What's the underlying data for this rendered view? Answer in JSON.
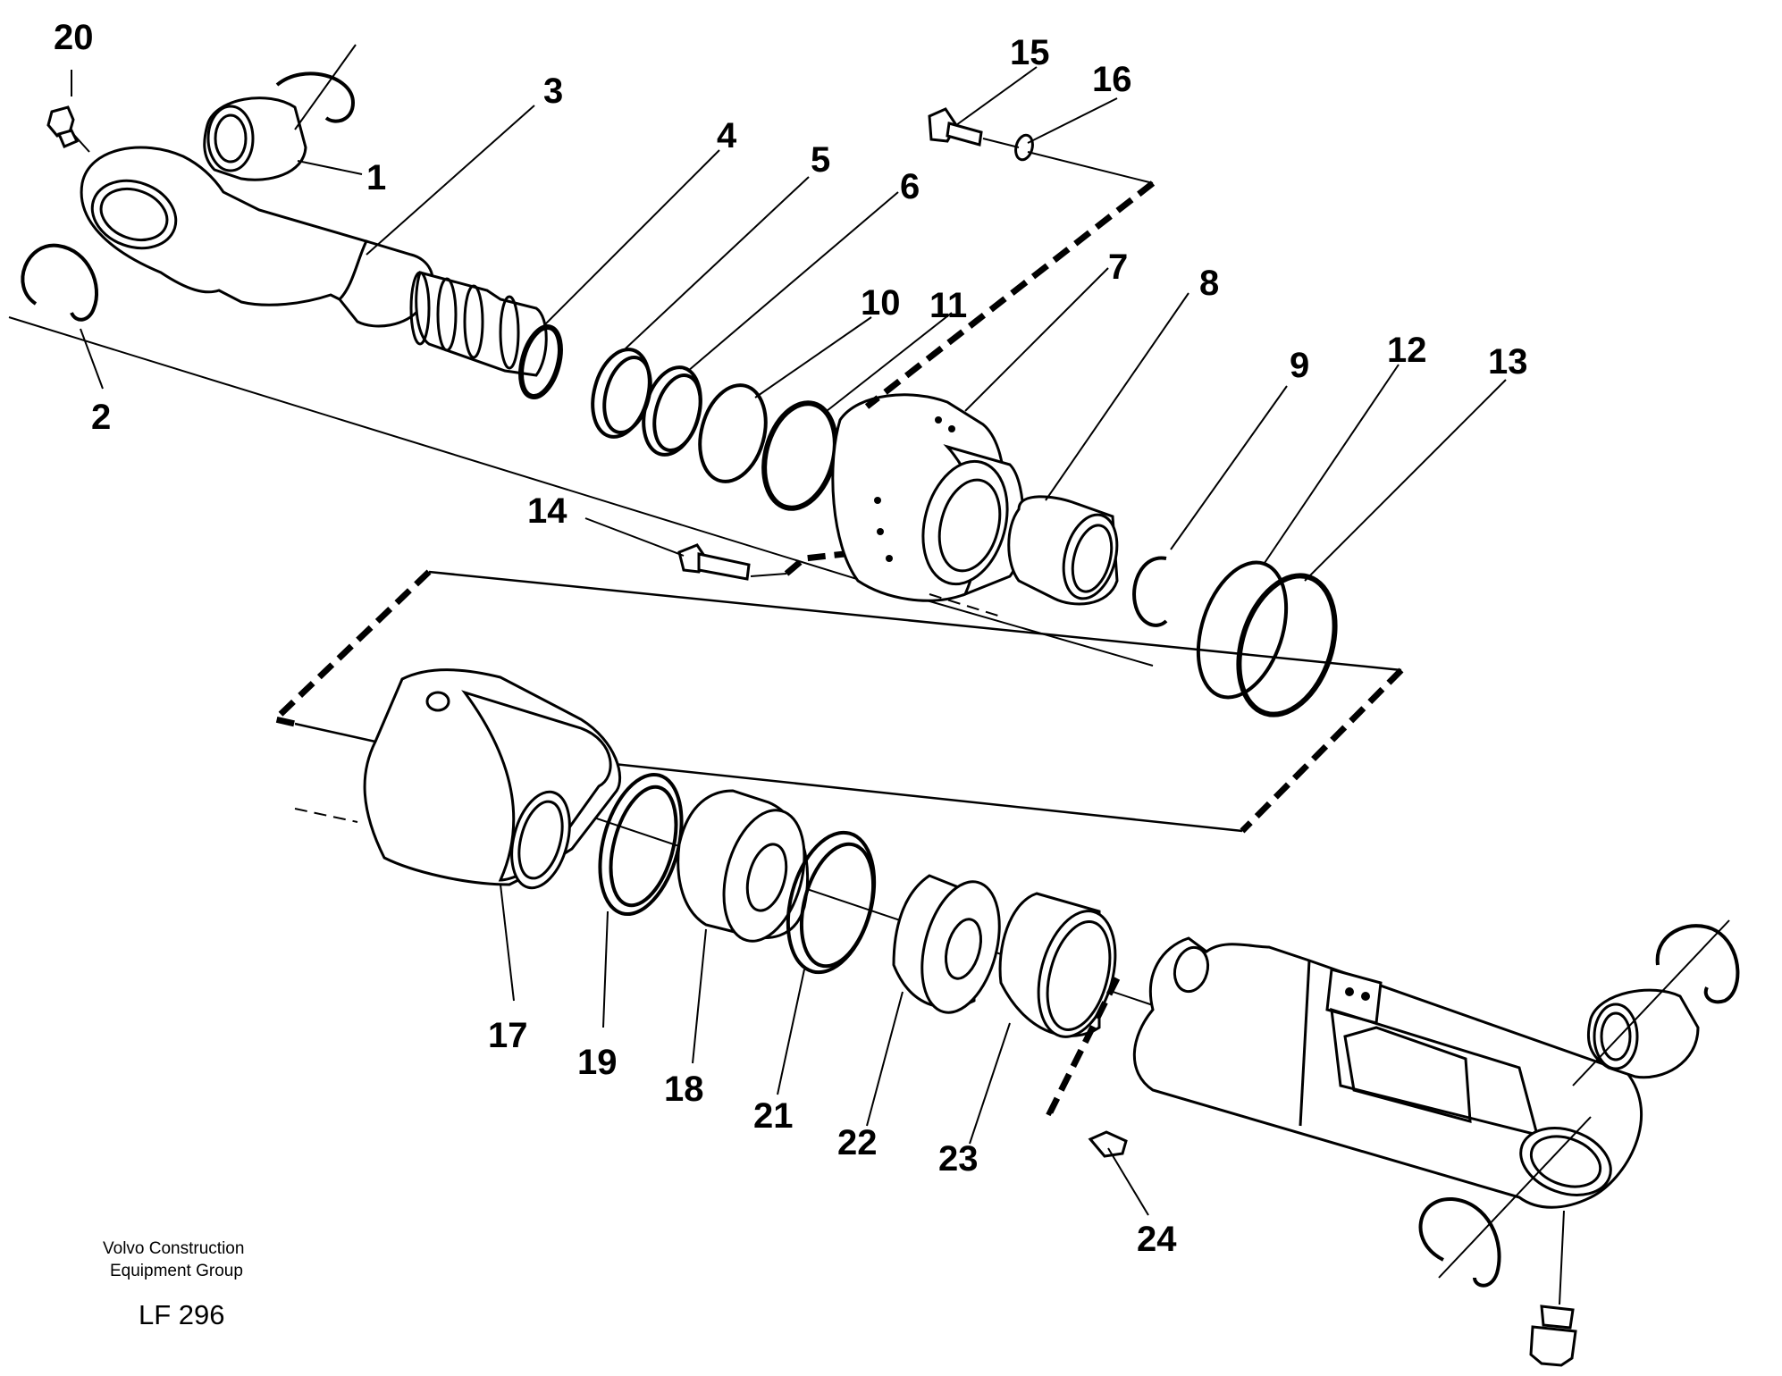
{
  "callouts": {
    "c1": "1",
    "c2": "2",
    "c3": "3",
    "c4": "4",
    "c5": "5",
    "c6": "6",
    "c7": "7",
    "c8": "8",
    "c9": "9",
    "c10": "10",
    "c11": "11",
    "c12": "12",
    "c13": "13",
    "c14": "14",
    "c15": "15",
    "c16": "16",
    "c17": "17",
    "c18": "18",
    "c19": "19",
    "c20": "20",
    "c21": "21",
    "c22": "22",
    "c23": "23",
    "c24": "24"
  },
  "footer": {
    "publisher_line1": "Volvo Construction",
    "publisher_line2": "Equipment Group",
    "drawing_code": "LF 296"
  }
}
